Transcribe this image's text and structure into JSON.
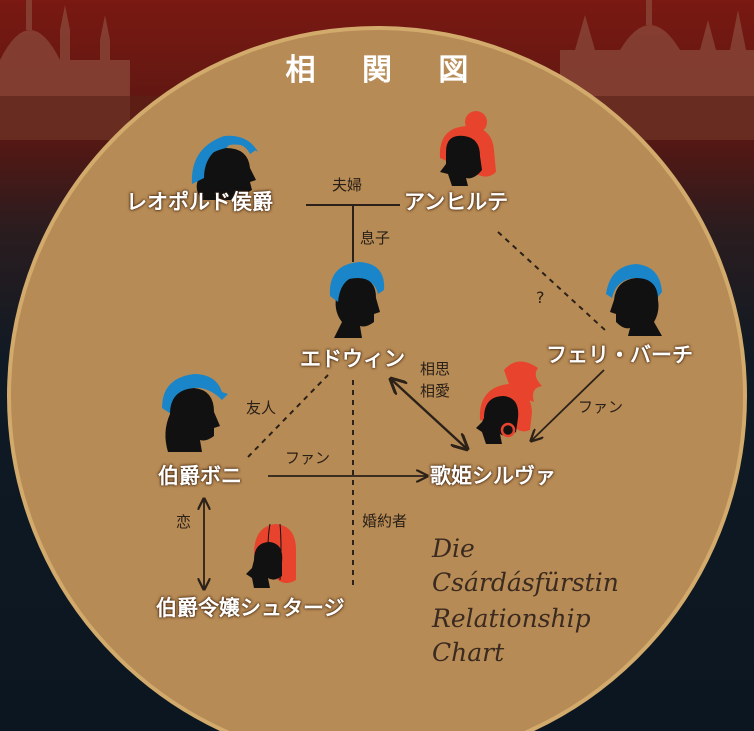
{
  "title": "相 関 図",
  "characters": {
    "leopold": "レオポルド侯爵",
    "anhilte": "アンヒルテ",
    "edwin": "エドウィン",
    "feri": "フェリ・バーチ",
    "boni": "伯爵ボニ",
    "sylva": "歌姫シルヴァ",
    "stasi": "伯爵令嬢シュタージ"
  },
  "relations": {
    "married": "夫婦",
    "son": "息子",
    "unknown": "?",
    "mutual_love_1": "相思",
    "mutual_love_2": "相愛",
    "friend": "友人",
    "fan_boni": "ファン",
    "fan_feri": "ファン",
    "love": "恋",
    "fiance": "婚約者"
  },
  "english_title": [
    "Die",
    "Csárdásfürstin",
    "Relationship",
    "Chart"
  ],
  "colors": {
    "circle_fill": "#b78b55",
    "circle_border": "#d2aa6c",
    "male_hair": "#1a86c9",
    "female_hair": "#e8442d",
    "silhouette": "#111111",
    "line": "#2b2119"
  }
}
